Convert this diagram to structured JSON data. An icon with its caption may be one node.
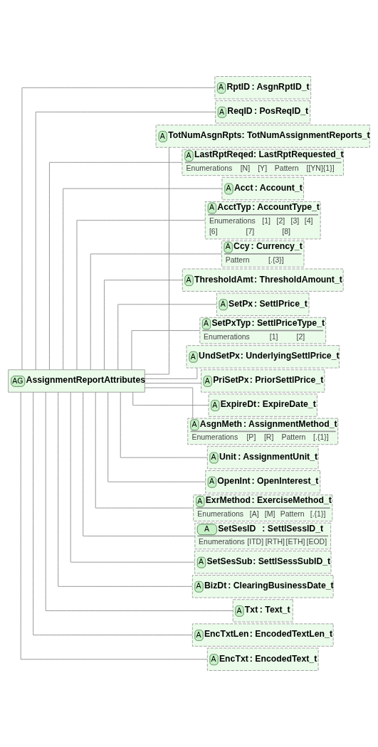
{
  "diagram": {
    "nodes": [
      {
        "text": [
          "AG",
          "AssignmentReportAttributes"
        ]
      },
      {
        "text": [
          "A",
          "RptID",
          ": AsgnRptID_t"
        ]
      },
      {
        "text": [
          "A",
          "ReqID",
          ": PosReqID_t"
        ]
      },
      {
        "text": [
          "A",
          "TotNumAsgnRpts",
          ": TotNumAssignmentReports_t"
        ]
      },
      {
        "text": [
          "A",
          "LastRptReqed",
          ": LastRptRequested_t",
          "Enumerations",
          "[N]",
          "[Y]",
          "Pattern",
          "[[YN]{1}]"
        ]
      },
      {
        "text": [
          "A",
          "Acct",
          ": Account_t"
        ]
      },
      {
        "text": [
          "A",
          "AcctTyp",
          ": AccountType_t",
          "Enumerations",
          "[1]",
          "[2]",
          "[3]",
          "[4]",
          "[6]",
          "[7]",
          "[8]"
        ]
      },
      {
        "text": [
          "A",
          "Ccy",
          ": Currency_t",
          "Pattern",
          "[.{3}]"
        ]
      },
      {
        "text": [
          "A",
          "ThresholdAmt",
          ": ThresholdAmount_t"
        ]
      },
      {
        "text": [
          "A",
          "SetPx",
          ": SettlPrice_t"
        ]
      },
      {
        "text": [
          "A",
          "SetPxTyp",
          ": SettlPriceType_t",
          "Enumerations",
          "[1]",
          "[2]"
        ]
      },
      {
        "text": [
          "A",
          "UndSetPx",
          ": UnderlyingSettlPrice_t"
        ]
      },
      {
        "text": [
          "A",
          "PriSetPx",
          ": PriorSettlPrice_t"
        ]
      },
      {
        "text": [
          "A",
          "ExpireDt",
          ": ExpireDate_t"
        ]
      },
      {
        "text": [
          "A",
          "AsgnMeth",
          ": AssignmentMethod_t",
          "Enumerations",
          "[P]",
          "[R]",
          "Pattern",
          "[.{1}]"
        ]
      },
      {
        "text": [
          "A",
          "Unit",
          ": AssignmentUnit_t"
        ]
      },
      {
        "text": [
          "A",
          "OpenInt",
          ": OpenInterest_t"
        ]
      },
      {
        "text": [
          "A",
          "ExrMethod",
          ": ExerciseMethod_t",
          "Enumerations",
          "[A]",
          "[M]",
          "Pattern",
          "[.{1}]"
        ]
      },
      {
        "text": [
          "A",
          "SetSesID",
          ": SettlSessID_t",
          "Enumerations",
          "[ITD]",
          "[RTH]",
          "[ETH]",
          "[EOD]"
        ]
      },
      {
        "text": [
          "A",
          "SetSesSub",
          ": SettlSessSubID_t"
        ]
      },
      {
        "text": [
          "A",
          "BizDt",
          ": ClearingBusinessDate_t"
        ]
      },
      {
        "text": [
          "A",
          "Txt",
          ": Text_t"
        ]
      },
      {
        "text": [
          "A",
          "EncTxtLen",
          ": EncodedTextLen_t"
        ]
      },
      {
        "text": [
          "A",
          "EncTxt",
          ": EncodedText_t"
        ]
      }
    ],
    "edges": [
      {
        "from": 0,
        "to": 1,
        "arrow": "none"
      },
      {
        "from": 0,
        "to": 2,
        "arrow": "none"
      },
      {
        "from": 0,
        "to": 3,
        "arrow": "none"
      },
      {
        "from": 0,
        "to": 4,
        "arrow": "none"
      },
      {
        "from": 0,
        "to": 5,
        "arrow": "none"
      },
      {
        "from": 0,
        "to": 6,
        "arrow": "none"
      },
      {
        "from": 0,
        "to": 7,
        "arrow": "none"
      },
      {
        "from": 0,
        "to": 8,
        "arrow": "none"
      },
      {
        "from": 0,
        "to": 9,
        "arrow": "none"
      },
      {
        "from": 0,
        "to": 10,
        "arrow": "none"
      },
      {
        "from": 0,
        "to": 11,
        "arrow": "none"
      },
      {
        "from": 0,
        "to": 12,
        "arrow": "none"
      },
      {
        "from": 0,
        "to": 13,
        "arrow": "none"
      },
      {
        "from": 0,
        "to": 14,
        "arrow": "none"
      },
      {
        "from": 0,
        "to": 15,
        "arrow": "none"
      },
      {
        "from": 0,
        "to": 16,
        "arrow": "none"
      },
      {
        "from": 0,
        "to": 17,
        "arrow": "none"
      },
      {
        "from": 0,
        "to": 18,
        "arrow": "none"
      },
      {
        "from": 0,
        "to": 19,
        "arrow": "none"
      },
      {
        "from": 0,
        "to": 20,
        "arrow": "none"
      },
      {
        "from": 0,
        "to": 21,
        "arrow": "none"
      },
      {
        "from": 0,
        "to": 22,
        "arrow": "none"
      },
      {
        "from": 0,
        "to": 23,
        "arrow": "none"
      }
    ]
  }
}
